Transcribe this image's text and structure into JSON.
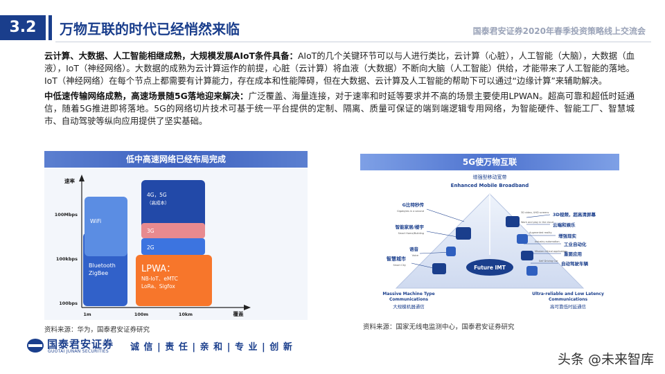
{
  "header": {
    "section_number": "3.2",
    "title": "万物互联的时代已经悄然来临",
    "top_right": "国泰君安证券2020年春季投资策略线上交流会"
  },
  "body": {
    "p1_bold": "云计算、大数据、人工智能相继成熟，大规模发展AIoT条件具备：",
    "p1_text": "AIoT的几个关键环节可以与人进行类比，云计算（心脏），人工智能（大脑），大数据（血液），IoT（神经网络）。大数据的成熟为云计算运作的前提，心脏（云计算）将血液（大数据）不断向大脑（人工智能）供给，才能带来了人工智能的落地。 IoT（神经网络）在每个节点上都需要有计算能力，存在成本和性能障碍，但在大数据、云计算及人工智能的帮助下可以通过“边缘计算”来辅助解决。",
    "p2_bold": "中低速传输网络成熟，高速场景随5G落地迎来解决：",
    "p2_text": "广泛覆盖、海量连接，对于速率和时延等要求并不高的场景主要使用LPWAN。超高可靠和超低时延通信，随着5G推进即将落地。5G的网络切片技术可基于统一平台提供的定制、隔离、质量可保证的端到端逻辑专用网络，为智能硬件、智能工厂、智慧城市、自动驾驶等纵向应用提供了坚实基础。"
  },
  "left_panel": {
    "title": "低中高速网络已经布局完成",
    "source": "资料来源：华为，国泰君安证券研究"
  },
  "chart_data": {
    "type": "block-diagram",
    "ylabel": "速率",
    "xlabel": "覆盖",
    "y_ticks": [
      "100Mbps",
      "100kbps",
      "100bps"
    ],
    "x_ticks": [
      "1m",
      "100m",
      "10km"
    ],
    "blocks": [
      {
        "label": "WiFi",
        "color": "#4f86e0"
      },
      {
        "label": "Bluetooth\nZigBee",
        "color": "#3161c9"
      },
      {
        "label": "4G，5G\n（高成本）",
        "color": "#2249a8"
      },
      {
        "label": "3G",
        "color": "#e88a8f"
      },
      {
        "label": "2G",
        "color": "#3c74e0"
      },
      {
        "label": "LPWA：",
        "sublabel": "NB-IoT、eMTC\nLoRa、Sigfox",
        "color": "#f7762b"
      }
    ]
  },
  "right_panel": {
    "title": "5G使万物互联",
    "source": "资料来源：国家无线电监测中心，国泰君安证券研究",
    "top_cn": "增强型移动宽带",
    "top_en": "Enhanced Mobile Broadband",
    "center": "Future IMT",
    "bottom_left_en": "Massive Machine Type\nCommunications",
    "bottom_left_cn": "大规模机器通信",
    "bottom_right_en": "Ultra-reliable and Low Latency\nCommunications",
    "bottom_right_cn": "高可靠低时延通信",
    "left_labels": [
      {
        "cn": "G比特秒传",
        "en": "Gigabytes in a second"
      },
      {
        "cn": "智能家居/楼宇",
        "en": "Smart Home/Building"
      },
      {
        "cn": "语音",
        "en": "Voice"
      },
      {
        "cn": "智慧城市",
        "en": "Smart City"
      }
    ],
    "right_labels": [
      {
        "cn": "3D视频，超高清屏幕",
        "en": "3D video, UHD screens"
      },
      {
        "cn": "云端和娱乐",
        "en": "Work and play in the cloud"
      },
      {
        "cn": "增强现实",
        "en": "Augmented reality"
      },
      {
        "cn": "工业自动化",
        "en": "Industry automation"
      },
      {
        "cn": "重要应用",
        "en": "Mission critical application"
      },
      {
        "cn": "自动驾驶车辆",
        "en": "Self Driving Car"
      }
    ]
  },
  "footer": {
    "logo_cn": "国泰君安证券",
    "logo_en": "GUOTAI JUNAN SECURITIES",
    "slogan": "诚 信 | 责 任 | 亲 和 | 专 业 | 创 新",
    "watermark": "头条 @未来智库"
  },
  "colors": {
    "brand": "#1a3e8c",
    "lpwa": "#f7762b"
  }
}
